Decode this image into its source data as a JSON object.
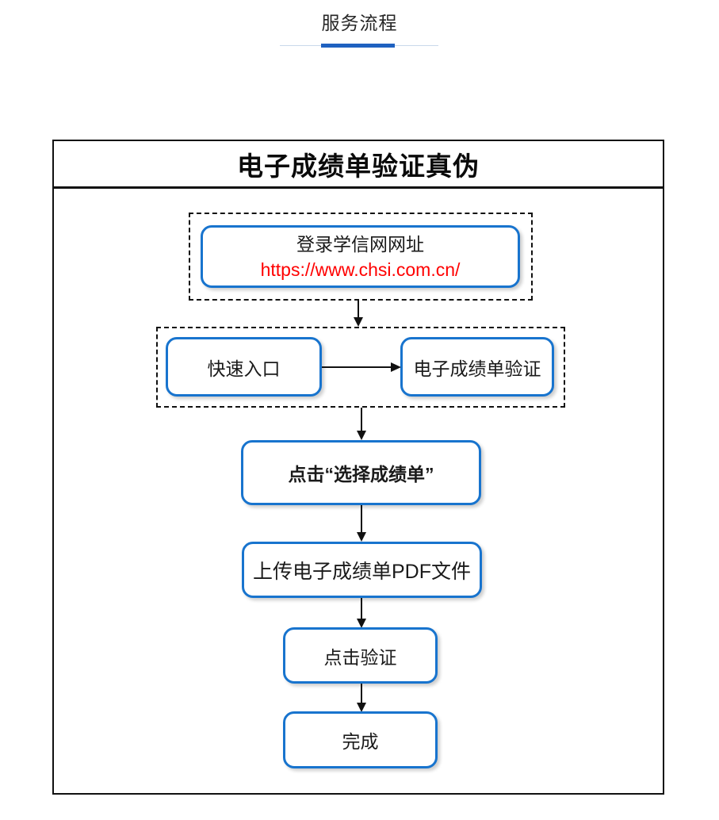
{
  "page_header": {
    "title": "服务流程",
    "accent_color": "#1f61c0",
    "rule_color": "#c9d8ea"
  },
  "flowchart": {
    "frame_title": "电子成绩单验证真伪",
    "border_color": "#111111",
    "node_border_color": "#1874ce",
    "link_color": "#ff0000",
    "nodes": [
      {
        "id": "login",
        "line1": "登录学信网网址",
        "line2": "https://www.chsi.com.cn/"
      },
      {
        "id": "quick-entry",
        "label": "快速入口"
      },
      {
        "id": "transcript-verify",
        "label": "电子成绩单验证"
      },
      {
        "id": "select-transcript",
        "label": "点击“选择成绩单”"
      },
      {
        "id": "upload-pdf",
        "label": "上传电子成绩单PDF文件"
      },
      {
        "id": "click-verify",
        "label": "点击验证"
      },
      {
        "id": "done",
        "label": "完成"
      }
    ]
  }
}
